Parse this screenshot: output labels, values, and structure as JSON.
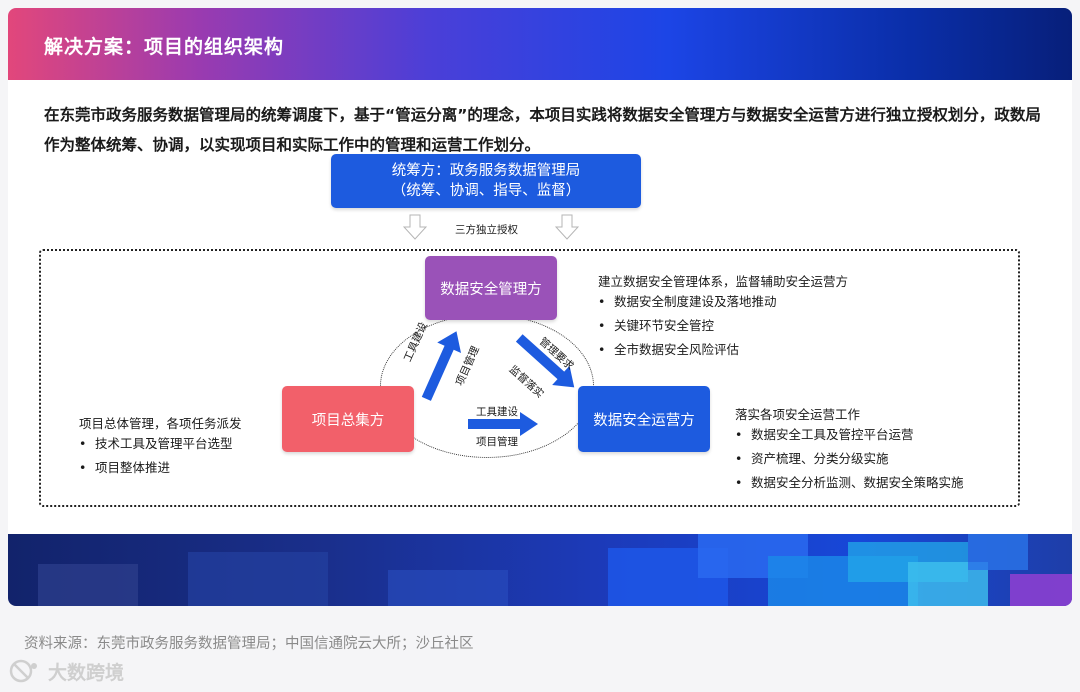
{
  "header": {
    "title": "解决方案：项目的组织架构"
  },
  "intro": "在东莞市政务服务数据管理局的统筹调度下，基于“管运分离”的理念，本项目实践将数据安全管理方与数据安全运营方进行独立授权划分，政数局作为整体统筹、协调，以实现项目和实际工作中的管理和运营工作划分。",
  "diagram": {
    "top_box": {
      "line1": "统筹方：政务服务数据管理局",
      "line2": "（统筹、协调、指导、监督）"
    },
    "auth_label": "三方独立授权",
    "nodes": {
      "mgmt": "数据安全管理方",
      "integrator": "项目总集方",
      "ops": "数据安全运营方"
    },
    "relations": {
      "integ_to_mgmt_a": "工具建设",
      "integ_to_mgmt_b": "项目管理",
      "mgmt_to_ops_a": "管理要求",
      "mgmt_to_ops_b": "监督落实",
      "integ_to_ops_a": "工具建设",
      "integ_to_ops_b": "项目管理"
    },
    "mgmt_desc": {
      "title": "建立数据安全管理体系，监督辅助安全运营方",
      "items": [
        "数据安全制度建设及落地推动",
        "关键环节安全管控",
        "全市数据安全风险评估"
      ]
    },
    "integ_desc": {
      "title": "项目总体管理，各项任务派发",
      "items": [
        "技术工具及管理平台选型",
        "项目整体推进"
      ]
    },
    "ops_desc": {
      "title": "落实各项安全运营工作",
      "items": [
        "数据安全工具及管控平台运营",
        "资产梳理、分类分级实施",
        "数据安全分析监测、数据安全策略实施"
      ]
    }
  },
  "source": "资料来源：东莞市政务服务数据管理局；中国信通院云大所；沙丘社区",
  "logo": {
    "text": "大数跨境"
  },
  "colors": {
    "mgmt": "#9a52b8",
    "integrator": "#f2606a",
    "ops": "#1d5bdf",
    "arrow": "#1d5bdf"
  }
}
